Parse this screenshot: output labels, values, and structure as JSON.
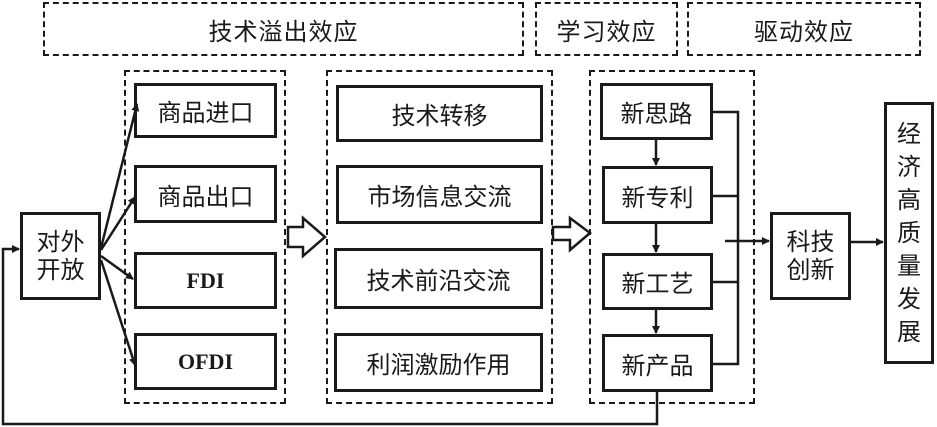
{
  "headers": {
    "tech_spillover": "技术溢出效应",
    "learning": "学习效应",
    "driving": "驱动效应"
  },
  "opening": {
    "line1": "对外",
    "line2": "开放"
  },
  "channels": [
    "商品进口",
    "商品出口",
    "FDI",
    "OFDI"
  ],
  "mechanisms": [
    "技术转移",
    "市场信息交流",
    "技术前沿交流",
    "利润激励作用"
  ],
  "outputs": [
    "新思路",
    "新专利",
    "新工艺",
    "新产品"
  ],
  "innovation": {
    "line1": "科技",
    "line2": "创新"
  },
  "result": [
    "经",
    "济",
    "高",
    "质",
    "量",
    "发",
    "展"
  ]
}
